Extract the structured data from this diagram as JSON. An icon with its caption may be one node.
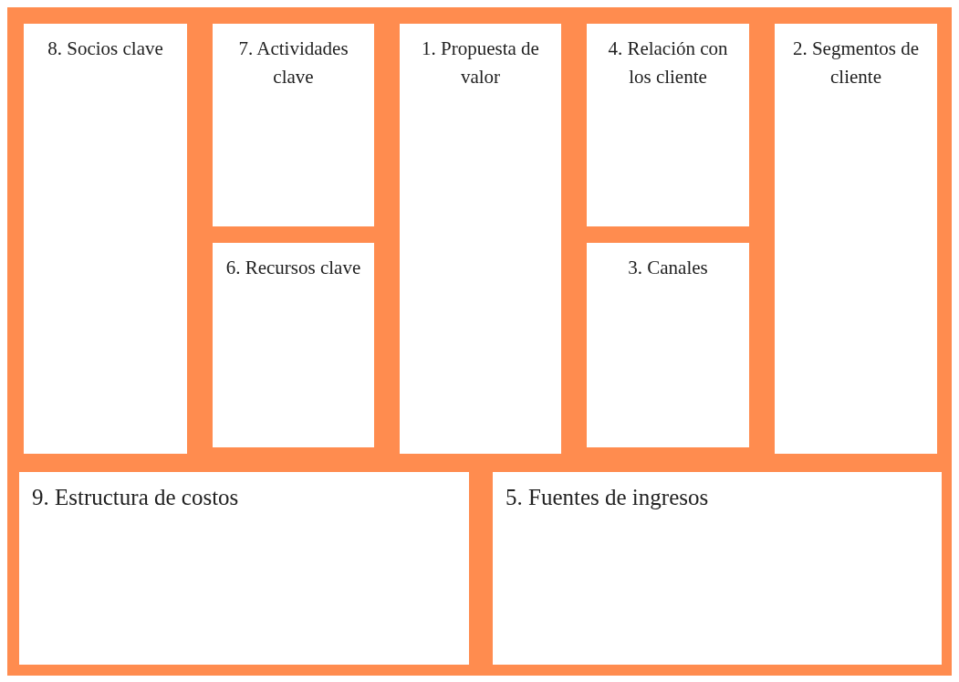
{
  "diagram": {
    "nodes": [
      {
        "text": [
          "8. Socios clave"
        ]
      },
      {
        "text": [
          "7. Actividades clave"
        ]
      },
      {
        "text": [
          "6. Recursos clave"
        ]
      },
      {
        "text": [
          "1. Propuesta de valor"
        ]
      },
      {
        "text": [
          "4. Relación con los cliente"
        ]
      },
      {
        "text": [
          "3. Canales"
        ]
      },
      {
        "text": [
          "2. Segmentos de cliente"
        ]
      },
      {
        "text": [
          "9. Estructura de costos"
        ]
      },
      {
        "text": [
          "5. Fuentes de ingresos"
        ]
      }
    ]
  }
}
